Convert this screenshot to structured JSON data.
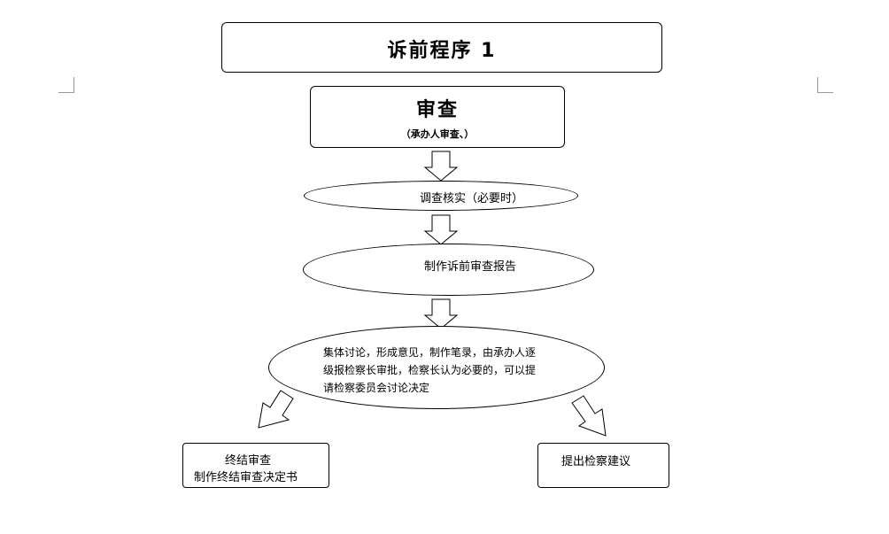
{
  "title": "诉前程序 1",
  "review": {
    "heading": "审查",
    "subtitle": "（承办人审查、）"
  },
  "steps": {
    "verify": "调查核实（必要时）",
    "report": "制作诉前审查报告",
    "discussion_lines": [
      "集体讨论，形成意见，制作笔录，由承办人逐",
      "级报检察长审批，检察长认为必要的，可以提",
      "请检察委员会讨论决定"
    ]
  },
  "outcomes": {
    "terminate_lines": [
      "终结审查",
      "制作终结审查决定书"
    ],
    "suggestion": "提出检察建议"
  }
}
